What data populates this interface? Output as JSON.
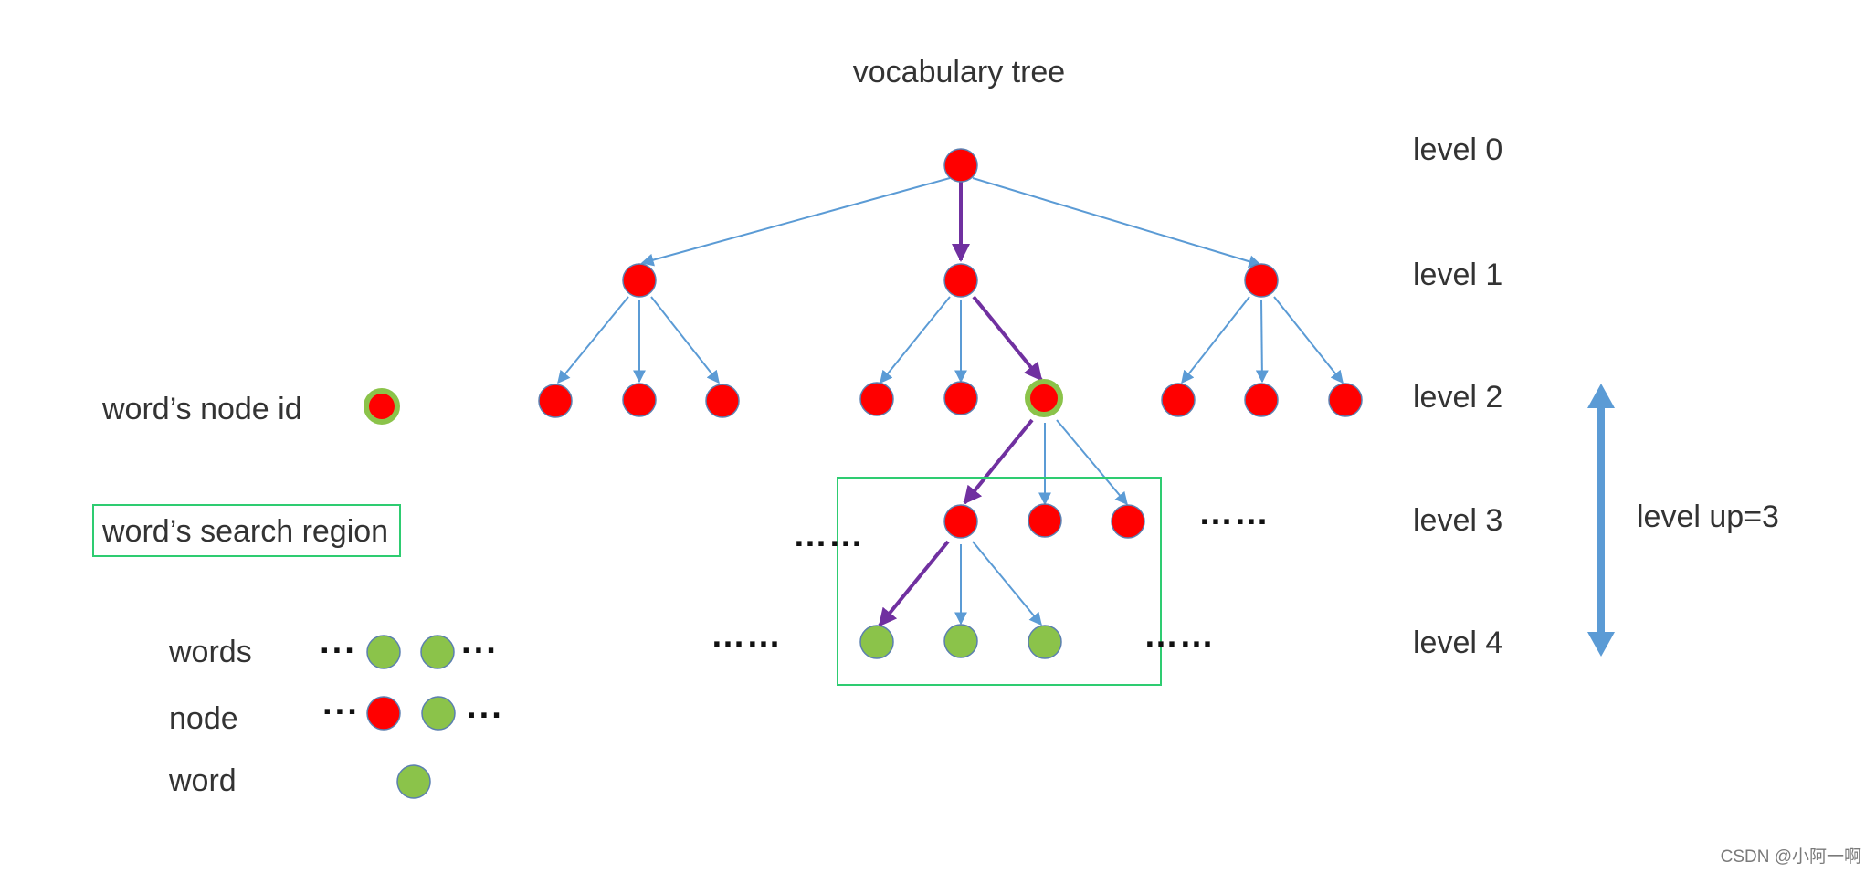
{
  "title": "vocabulary tree",
  "levels": [
    "level 0",
    "level 1",
    "level 2",
    "level 3",
    "level 4"
  ],
  "level_up_label": "level up=3",
  "ellipsis": "……",
  "ellipsis_short": "···",
  "legend": {
    "node_id": "word’s node id",
    "search_region": "word’s search region",
    "words": "words",
    "node": "node",
    "word": "word"
  },
  "watermark": "CSDN @小阿一啊",
  "colors": {
    "node": "#ff0000",
    "word": "#8bc34a",
    "edge": "#5b9bd5",
    "path": "#7030a0",
    "region": "#2ecc71",
    "arrow": "#5b9bd5"
  }
}
